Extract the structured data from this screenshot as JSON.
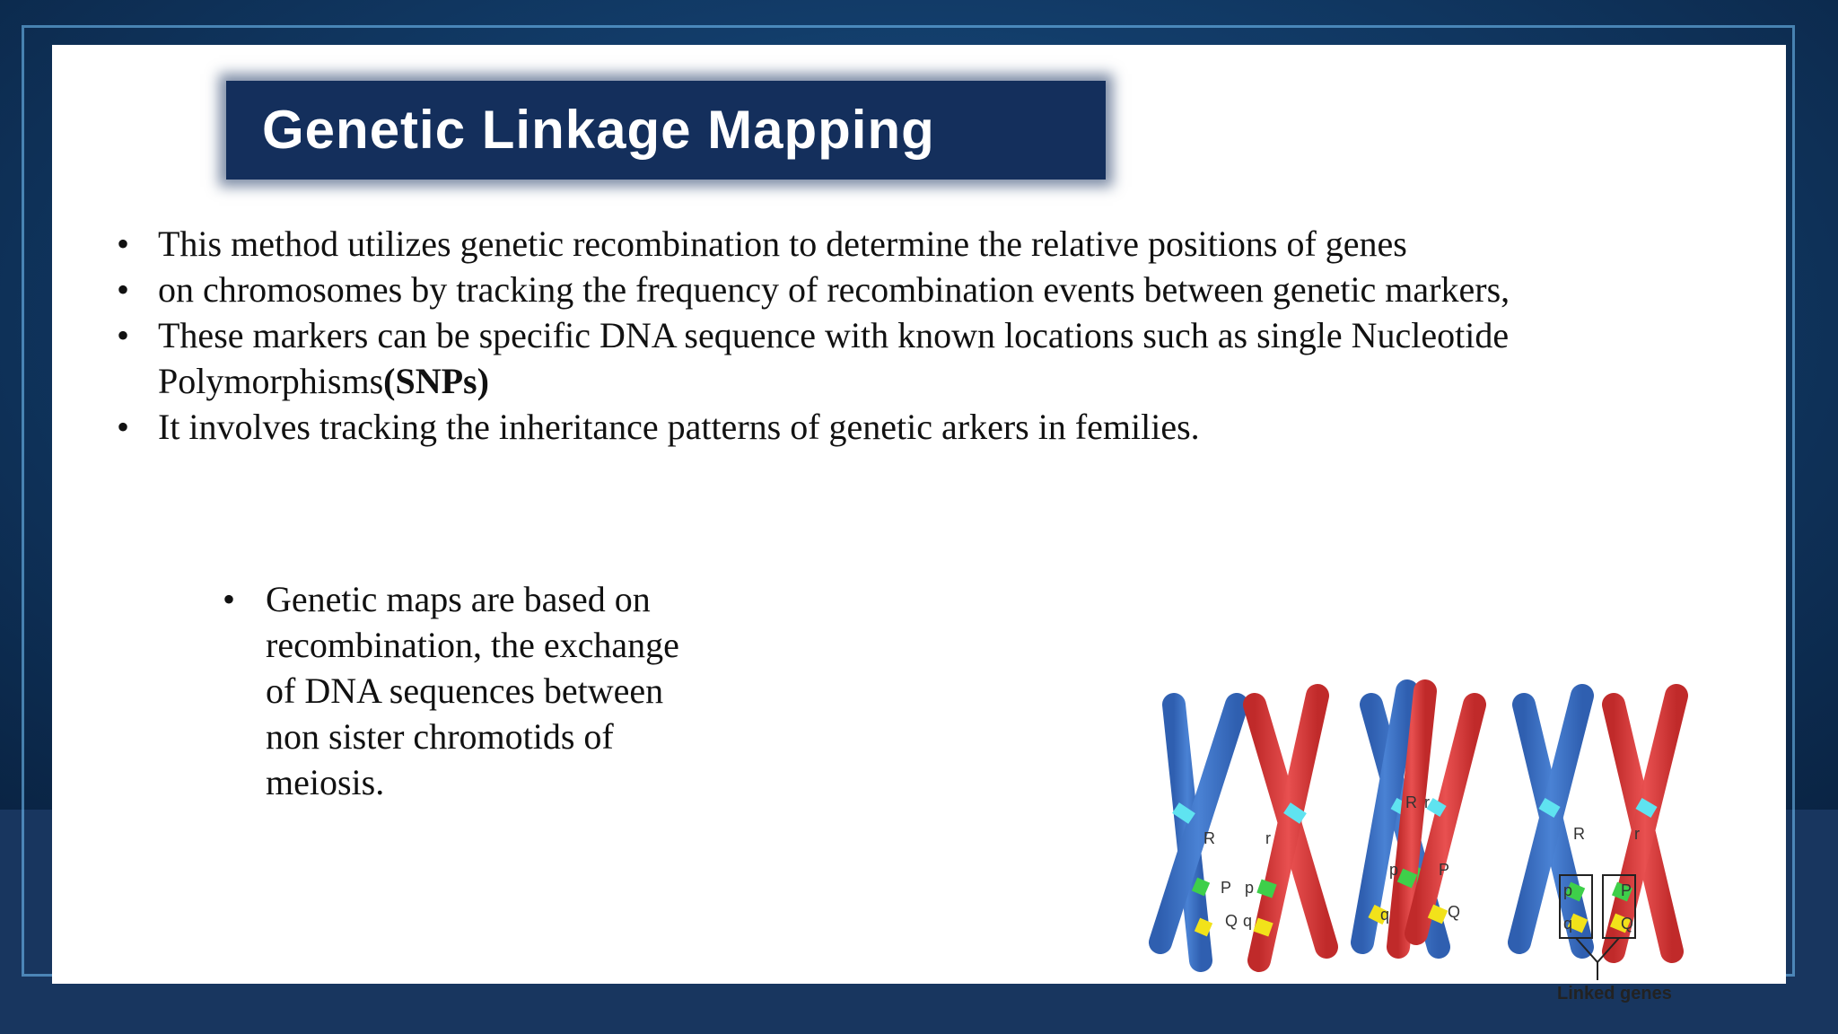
{
  "slide": {
    "title": "Genetic Linkage Mapping",
    "bullets": [
      {
        "text": "This method utilizes genetic recombination to determine the relative positions of genes"
      },
      {
        "text": "on chromosomes by tracking the frequency of recombination events between genetic markers,"
      },
      {
        "text": "These markers can be specific DNA sequence with known locations such as single Nucleotide Polymorphisms",
        "bold_suffix": "(SNPs)"
      },
      {
        "text": "It involves tracking the inheritance patterns of genetic arkers in femilies."
      }
    ],
    "sub_bullet": "Genetic maps are based on recombination, the exchange of DNA sequences between non sister chromotids of meiosis.",
    "bullet_glyph": "•"
  },
  "figure": {
    "caption": "Linked genes",
    "labels": {
      "R": "R",
      "r": "r",
      "P": "P",
      "p": "p",
      "Q": "Q",
      "q": "q"
    },
    "colors": {
      "blue": "#3a6fc0",
      "red": "#d83a3a",
      "cyan": "#5fe3f0",
      "green": "#3ecf4a",
      "yellow": "#f2e21a",
      "background": "#ffffff",
      "title_box": "#142f5c"
    }
  }
}
